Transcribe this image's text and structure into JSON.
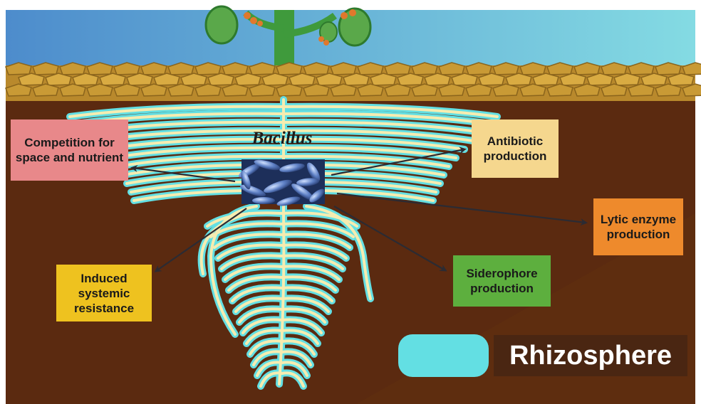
{
  "diagram": {
    "center_label": "Bacillus",
    "mechanisms": {
      "competition": "Competition for space and nutrient",
      "antibiotic": "Antibiotic production",
      "lytic": "Lytic enzyme production",
      "siderophore": "Siderophore production",
      "isr": "Induced systemic resistance"
    },
    "legend": {
      "label": "Rhizosphere"
    }
  },
  "colors": {
    "sky_top": "#4f8fc9",
    "sky_bottom": "#7fd6e0",
    "soil": "#5b2a10",
    "soil_crust": "#d2a23a",
    "root_core": "#f6ecb0",
    "rhizosphere": "#63dfe3",
    "competition_box": "#e8888a",
    "antibiotic_box": "#f5d78e",
    "lytic_box": "#ee8a2c",
    "siderophore_box": "#5daf3e",
    "isr_box": "#eec21f",
    "arrow": "#2b2b33",
    "bacteria_bg": "#1d2f5a"
  }
}
